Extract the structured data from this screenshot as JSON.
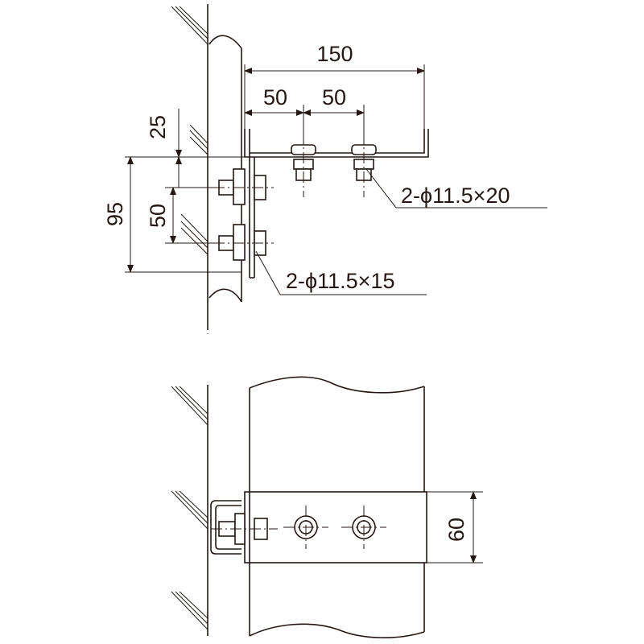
{
  "dimensions": {
    "overall_length": "150",
    "spacing_first": "50",
    "spacing_second": "50",
    "top_offset": "25",
    "height": "95",
    "vertical_spacing": "50",
    "plan_width": "60"
  },
  "callouts": {
    "top_bolts": "2-ϕ11.5×20",
    "wall_bolts": "2-ϕ11.5×15"
  }
}
